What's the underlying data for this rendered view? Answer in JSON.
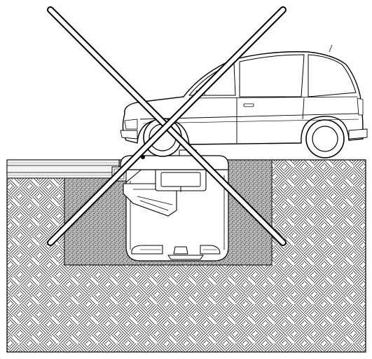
{
  "diagram": {
    "subject": "car-over-underground-tank-crossed-out",
    "elements": [
      "car",
      "ground-slab",
      "soil",
      "gravel-backfill",
      "tank",
      "tank-lid",
      "prohibition-cross"
    ],
    "colors": {
      "ink": "#000000",
      "fill": "#ffffff",
      "slab": "#f2f2f2",
      "gravel": "#8a8a8a"
    }
  }
}
